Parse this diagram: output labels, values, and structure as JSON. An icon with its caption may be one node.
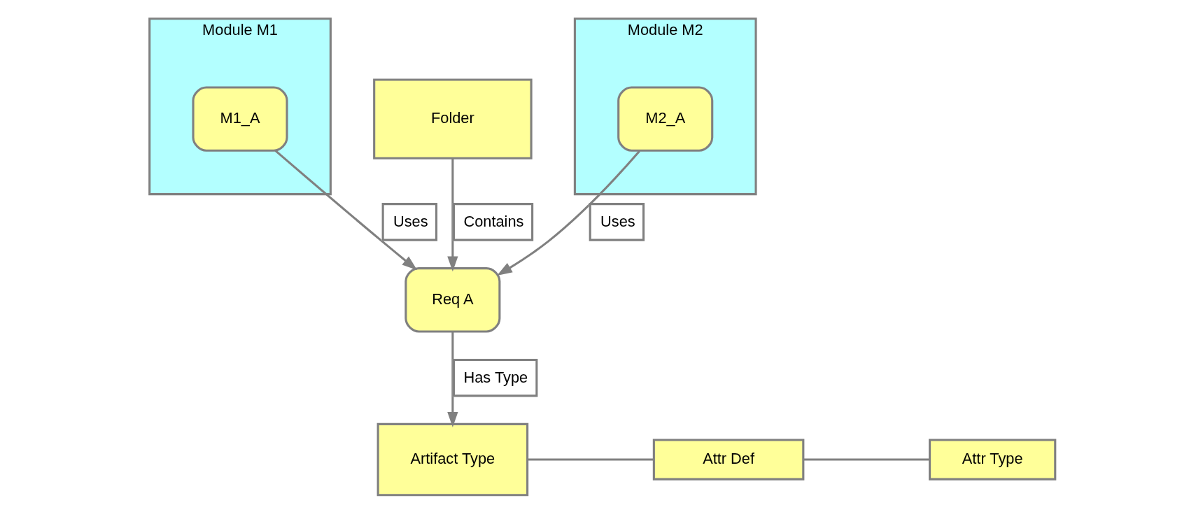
{
  "diagram": {
    "nodes": [
      {
        "text": [
          "Module M1"
        ]
      },
      {
        "text": [
          "M1_A"
        ],
        "in": 0
      },
      {
        "text": [
          "Folder"
        ]
      },
      {
        "text": [
          "Req A"
        ]
      },
      {
        "text": [
          "Module M2"
        ]
      },
      {
        "text": [
          "M2_A"
        ],
        "in": 4
      },
      {
        "text": [
          "Artifact Type"
        ]
      },
      {
        "text": [
          "Attr Def"
        ]
      },
      {
        "text": [
          "Attr Type"
        ]
      }
    ],
    "edges": [
      {
        "from": 2,
        "to": 3,
        "arrow": "to",
        "label": "Contains"
      },
      {
        "from": 1,
        "to": 3,
        "arrow": "to",
        "label": "Uses"
      },
      {
        "from": 5,
        "to": 3,
        "arrow": "to",
        "label": "Uses"
      },
      {
        "from": 3,
        "to": 6,
        "arrow": "to",
        "label": "Has Type"
      },
      {
        "from": 6,
        "to": 7,
        "arrow": "none"
      },
      {
        "from": 7,
        "to": 8,
        "arrow": "none"
      }
    ]
  }
}
